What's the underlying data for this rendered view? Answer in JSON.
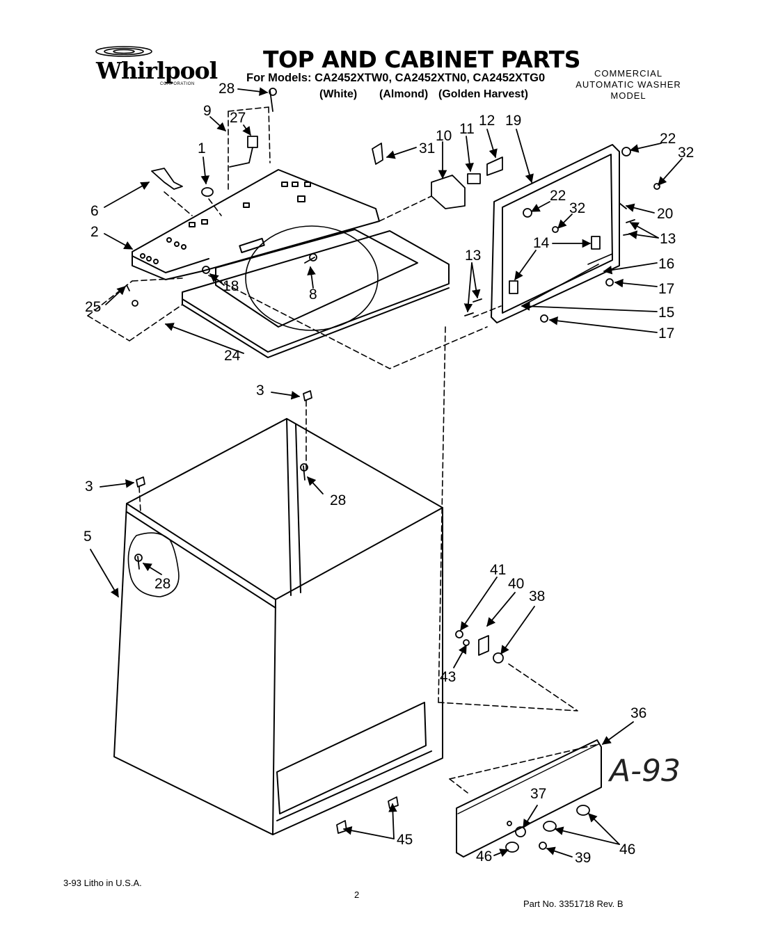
{
  "brand": {
    "logo_text": "Whirlpool",
    "logo_subtext": "CORPORATION"
  },
  "header": {
    "title": "TOP AND CABINET PARTS",
    "models_line": "For Models: CA2452XTW0, CA2452XTN0, CA2452XTG0",
    "colors": [
      "(White)",
      "(Almond)",
      "(Golden Harvest)"
    ],
    "product_type": [
      "COMMERCIAL",
      "AUTOMATIC WASHER",
      "MODEL"
    ]
  },
  "callouts": {
    "c28a": "28",
    "c9": "9",
    "c27": "27",
    "c1": "1",
    "c6": "6",
    "c2": "2",
    "c18": "18",
    "c25": "25",
    "c24": "24",
    "c8": "8",
    "c31": "31",
    "c10": "10",
    "c11": "11",
    "c12": "12",
    "c19": "19",
    "c22a": "22",
    "c32a": "32",
    "c22b": "22",
    "c32b": "32",
    "c20": "20",
    "c13a": "13",
    "c14": "14",
    "c13b": "13",
    "c16": "16",
    "c17a": "17",
    "c15": "15",
    "c17b": "17",
    "c3a": "3",
    "c28b": "28",
    "c3b": "3",
    "c5": "5",
    "c28c": "28",
    "c41": "41",
    "c40": "40",
    "c38": "38",
    "c43": "43",
    "c36": "36",
    "c45": "45",
    "c37": "37",
    "c46a": "46",
    "c46b": "46",
    "c39": "39"
  },
  "handwritten_note": "A-93",
  "footer": {
    "print_info": "3-93 Litho in U.S.A.",
    "page_number": "2",
    "part_number": "Part No. 3351718  Rev. B"
  }
}
